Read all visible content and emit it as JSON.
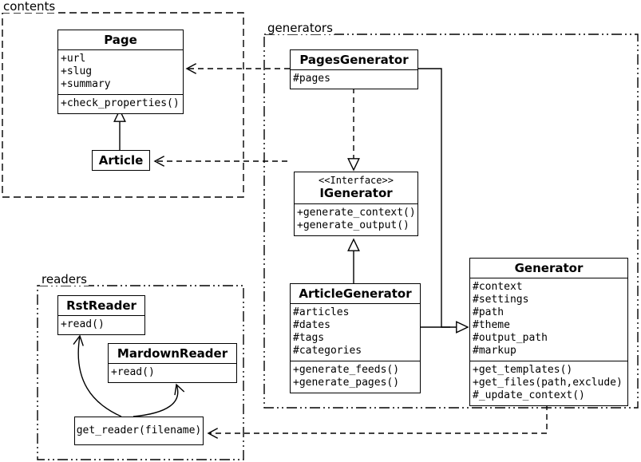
{
  "diagram": {
    "type": "uml-class-diagram",
    "colors": {
      "line": "#000000",
      "background": "#ffffff"
    }
  },
  "packages": {
    "contents": {
      "label": "contents"
    },
    "generators": {
      "label": "generators"
    },
    "readers": {
      "label": "readers"
    }
  },
  "classes": {
    "page": {
      "name": "Page",
      "attributes": [
        "+url",
        "+slug",
        "+summary"
      ],
      "methods": [
        "+check_properties()"
      ]
    },
    "article": {
      "name": "Article"
    },
    "pages_generator": {
      "name": "PagesGenerator",
      "attributes": [
        "#pages"
      ]
    },
    "igenerator": {
      "stereotype": "<<Interface>>",
      "name": "IGenerator",
      "methods": [
        "+generate_context()",
        "+generate_output()"
      ]
    },
    "article_generator": {
      "name": "ArticleGenerator",
      "attributes": [
        "#articles",
        "#dates",
        "#tags",
        "#categories"
      ],
      "methods": [
        "+generate_feeds()",
        "+generate_pages()"
      ]
    },
    "generator": {
      "name": "Generator",
      "attributes": [
        "#context",
        "#settings",
        "#path",
        "#theme",
        "#output_path",
        "#markup"
      ],
      "methods": [
        "+get_templates()",
        "+get_files(path,exclude)",
        "#_update_context()"
      ]
    },
    "rst_reader": {
      "name": "RstReader",
      "methods": [
        "+read()"
      ]
    },
    "markdown_reader": {
      "name": "MardownReader",
      "methods": [
        "+read()"
      ]
    },
    "get_reader": {
      "name": "get_reader(filename)"
    }
  }
}
